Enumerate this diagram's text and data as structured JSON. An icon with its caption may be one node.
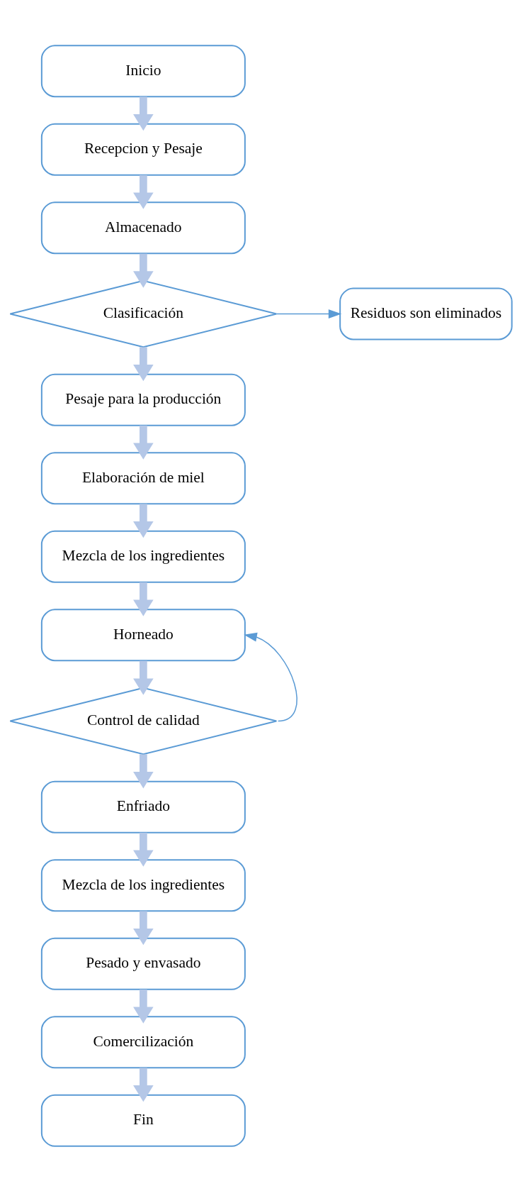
{
  "diagram": {
    "nodes": [
      {
        "text": [
          "Inicio"
        ]
      },
      {
        "text": [
          "Recepcion y Pesaje"
        ]
      },
      {
        "text": [
          "Almacenado"
        ]
      },
      {
        "text": [
          "Clasificación"
        ]
      },
      {
        "text": [
          "Residuos son eliminados"
        ]
      },
      {
        "text": [
          "Pesaje para la producción"
        ]
      },
      {
        "text": [
          "Elaboración de miel"
        ]
      },
      {
        "text": [
          "Mezcla de los ingredientes"
        ]
      },
      {
        "text": [
          "Horneado"
        ]
      },
      {
        "text": [
          "Control de calidad"
        ]
      },
      {
        "text": [
          "Enfriado"
        ]
      },
      {
        "text": [
          "Mezcla de los ingredientes"
        ]
      },
      {
        "text": [
          "Pesado y envasado"
        ]
      },
      {
        "text": [
          "Comercilización"
        ]
      },
      {
        "text": [
          "Fin"
        ]
      }
    ],
    "edges": [
      {
        "from": 0,
        "to": 1,
        "arrow": "to"
      },
      {
        "from": 1,
        "to": 2,
        "arrow": "to"
      },
      {
        "from": 2,
        "to": 3,
        "arrow": "to"
      },
      {
        "from": 3,
        "to": 4,
        "arrow": "to",
        "color": "#5b9bd5"
      },
      {
        "from": 3,
        "to": 5,
        "arrow": "to"
      },
      {
        "from": 5,
        "to": 6,
        "arrow": "to"
      },
      {
        "from": 6,
        "to": 7,
        "arrow": "to"
      },
      {
        "from": 7,
        "to": 8,
        "arrow": "to"
      },
      {
        "from": 8,
        "to": 9,
        "arrow": "to"
      },
      {
        "from": 9,
        "to": 8,
        "arrow": "to",
        "color": "#5b9bd5"
      },
      {
        "from": 9,
        "to": 10,
        "arrow": "to"
      },
      {
        "from": 10,
        "to": 11,
        "arrow": "to"
      },
      {
        "from": 11,
        "to": 12,
        "arrow": "to"
      },
      {
        "from": 12,
        "to": 13,
        "arrow": "to"
      },
      {
        "from": 13,
        "to": 14,
        "arrow": "to"
      }
    ]
  }
}
